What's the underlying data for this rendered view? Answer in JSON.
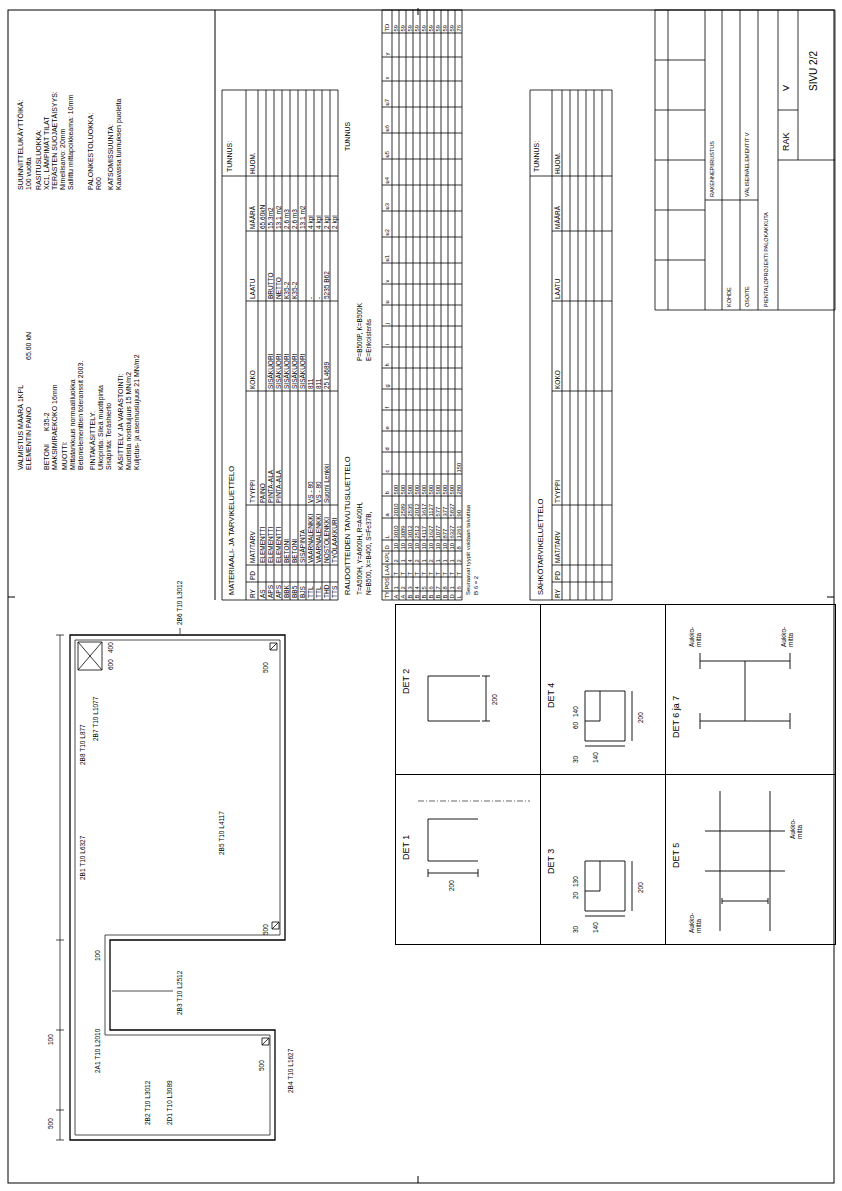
{
  "diagram": {
    "nodes": [
      {
        "text": [
          "DET 1"
        ]
      },
      {
        "text": [
          "DET 2"
        ]
      },
      {
        "text": [
          "DET 3"
        ]
      },
      {
        "text": [
          "DET 4"
        ]
      },
      {
        "text": [
          "DET 5"
        ]
      },
      {
        "text": [
          "DET 6 ja 7"
        ]
      }
    ],
    "labels": [
      "VALMISTUS MÄÄRÄ 1KPL",
      "ELEMENTIN PAINO",
      "65.60 kN",
      "BETONI",
      "K35-2",
      "MAKSIMIRAEKOKO 16mm",
      "MUOTTI:",
      "Mittatarkkuus normaaliluokka",
      "Betonielementtien toleranssit 2003.",
      "PINTAKÄSITTELY:",
      "Ulkopinta: Sileä muottipinta",
      "Sisäpinta: Teräshierto",
      "KÄSITTELY JA VARASTOINTI:",
      "Muotista nostolujuus 15 MN/m2",
      "Kuljetus- ja asennuslujuus 21 MN/m2",
      "SUUNNITTELUKÄYTTÖIKÄ:",
      "100 vuotta",
      "RASITUSLUOKKA:",
      "XC1, LÄMPIMÄT TILAT",
      "TERÄSTEN SUOJAETÄISYYS:",
      "Nimellisarvo: 20mm",
      "Sallittu mittapoikkeama: 10mm",
      "PALONKESTOLUOKKA:",
      "R60",
      "KATSOMISSUUNTA:",
      "Kaavassa tunnuksen puolelta",
      "MATERIAALI- JA TARVIKELUETTELO",
      "TUNNUS:",
      "RY",
      "PD",
      "MAT/TARV",
      "TYYPPI",
      "KOKO",
      "LAATU",
      "MÄÄRÄ",
      "HUOM.",
      "AS",
      "ELEMENTTI",
      "PAINO",
      "65.60kN",
      "APS",
      "ELEMENTTI",
      "PINTA-ALA",
      "SISÄKUORI",
      "BRUTTO",
      "15.3m2",
      "APS",
      "ELEMENTTI",
      "PINTA-ALA",
      "SISÄKUORI",
      "NETTO",
      "13.1 m2",
      "BBK",
      "BETONI",
      "SISÄKUORI",
      "K35-2",
      "2.6 m3",
      "BB5",
      "BETONI",
      "SISÄKUORI",
      "K35-2",
      "2.6 m3",
      "BJS",
      "SISÄPINTA",
      "SISÄKUORI",
      "13.1 m2",
      "TTL",
      "VAARNALENKKI",
      "VS - 80",
      "811",
      "-",
      "4 kpl",
      "TTL",
      "VAARNALENKKI",
      "VS - 80",
      "811",
      "-",
      "4 kpl",
      "THD",
      "NOSTOLENKKI",
      "Suomi Lenkki",
      "25 L4689",
      "5235 B62",
      "2 kpl",
      "TTS",
      "TYÖLAAKKURI",
      "2 kpl",
      "RAUDOITTEIDEN TAIVUTUSLUETTELO",
      "TUNNUS",
      "T=A500H, Y=A600H, R=A400H,",
      "P=B500P, K=B500K",
      "N=B500, X=B400, S=Fe37B,",
      "E=Erikoisteräs",
      "TY",
      "POS",
      "LAA",
      "KPL",
      "D",
      "L",
      "a",
      "b",
      "c",
      "d",
      "e",
      "f",
      "g",
      "h",
      "i",
      "j",
      "u",
      "v",
      "u1",
      "u2",
      "u3",
      "u4",
      "u5",
      "u6",
      "u7",
      "x",
      "y",
      "TD",
      "A",
      "1",
      "T",
      "2",
      "10",
      "3010",
      "2010",
      "500",
      "59",
      "A",
      "2",
      "T",
      "1",
      "10",
      "3089",
      "2589",
      "500",
      "59",
      "B",
      "3",
      "T",
      "4",
      "10",
      "3012",
      "2535",
      "500",
      "59",
      "B",
      "4",
      "T",
      "2",
      "10",
      "2512",
      "2012",
      "500",
      "59",
      "B",
      "5",
      "T",
      "1",
      "10",
      "4117",
      "3617",
      "500",
      "59",
      "B",
      "6",
      "T",
      "2",
      "10",
      "1627",
      "1127",
      "500",
      "59",
      "B",
      "7",
      "T",
      "1",
      "10",
      "1077",
      "577",
      "500",
      "59",
      "B",
      "8",
      "T",
      "1",
      "10",
      "877",
      "377",
      "500",
      "59",
      "D",
      "1",
      "T",
      "1",
      "10",
      "6327",
      "5827",
      "500",
      "59",
      "L",
      "6",
      "T",
      "2",
      "8",
      "1261",
      "90",
      "280",
      "150",
      "76",
      "Seuraavat tyypit voidaan taivuttaa",
      "B 6 = 2",
      "SÄHKÖTARVIKELUETTELO",
      "TUNNUS:",
      "RY",
      "PD",
      "MAT/TARV",
      "TYYPPI",
      "KOKO",
      "LAATU",
      "MÄÄRÄ",
      "HUOM.",
      "RAKENNEPIIRUSTUS",
      "KOHDE",
      "OSOITE",
      "VÄLISEINÄELEMENTIT V",
      "PIENTALOPROJEKTI PALOKAKKUTA",
      "RAK",
      "V",
      "SIVU 2/2",
      "2B1 T10 L6327",
      "2B8 T10 L877",
      "2B7 T10 L1077",
      "600",
      "400",
      "2B6 T10 L3012",
      "2B5 T10 L4117",
      "500",
      "500",
      "2B3 T10 L2512",
      "100",
      "2A1 T10 L2010",
      "2B2 T10 L3012",
      "2D1 T10 L3089",
      "500",
      "2B4 T10 L1627",
      "500",
      "100",
      "200",
      "200",
      "30",
      "140",
      "20",
      "130",
      "200",
      "30",
      "140",
      "60",
      "140",
      "200",
      "Aukko- mitta",
      "Aukko- mitta",
      "Aukko- mitta",
      "Aukko- mitta"
    ]
  }
}
